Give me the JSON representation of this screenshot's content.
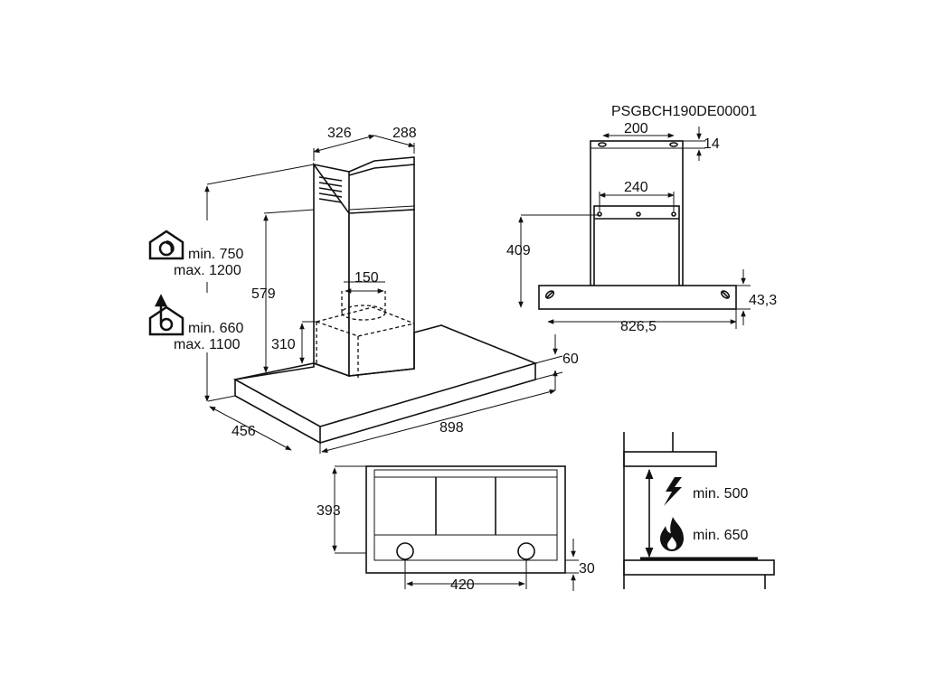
{
  "model_code": "PSGBCH190DE00001",
  "main_view": {
    "chimney_width": "326",
    "chimney_depth": "288",
    "outlet_diameter": "150",
    "chimney_height": "579",
    "box_height": "310",
    "hood_thickness": "60",
    "hood_depth": "456",
    "hood_width": "898",
    "recirculation": {
      "icon": "recirculation-house-icon",
      "min": "min. 750",
      "max": "max. 1200"
    },
    "extraction": {
      "icon": "extraction-house-icon",
      "min": "min. 660",
      "max": "max. 1100"
    }
  },
  "bracket_view": {
    "top_bracket_width": "200",
    "top_bracket_offset": "14",
    "lower_bracket_width": "240",
    "bracket_height": "409",
    "hood_length": "826,5",
    "hood_edge_height": "43,3"
  },
  "bottom_view": {
    "depth": "393",
    "lamp_spacing": "420",
    "edge_offset": "30"
  },
  "clearance": {
    "electric": {
      "icon": "lightning-icon",
      "label": "min. 500"
    },
    "gas": {
      "icon": "flame-icon",
      "label": "min. 650"
    }
  }
}
